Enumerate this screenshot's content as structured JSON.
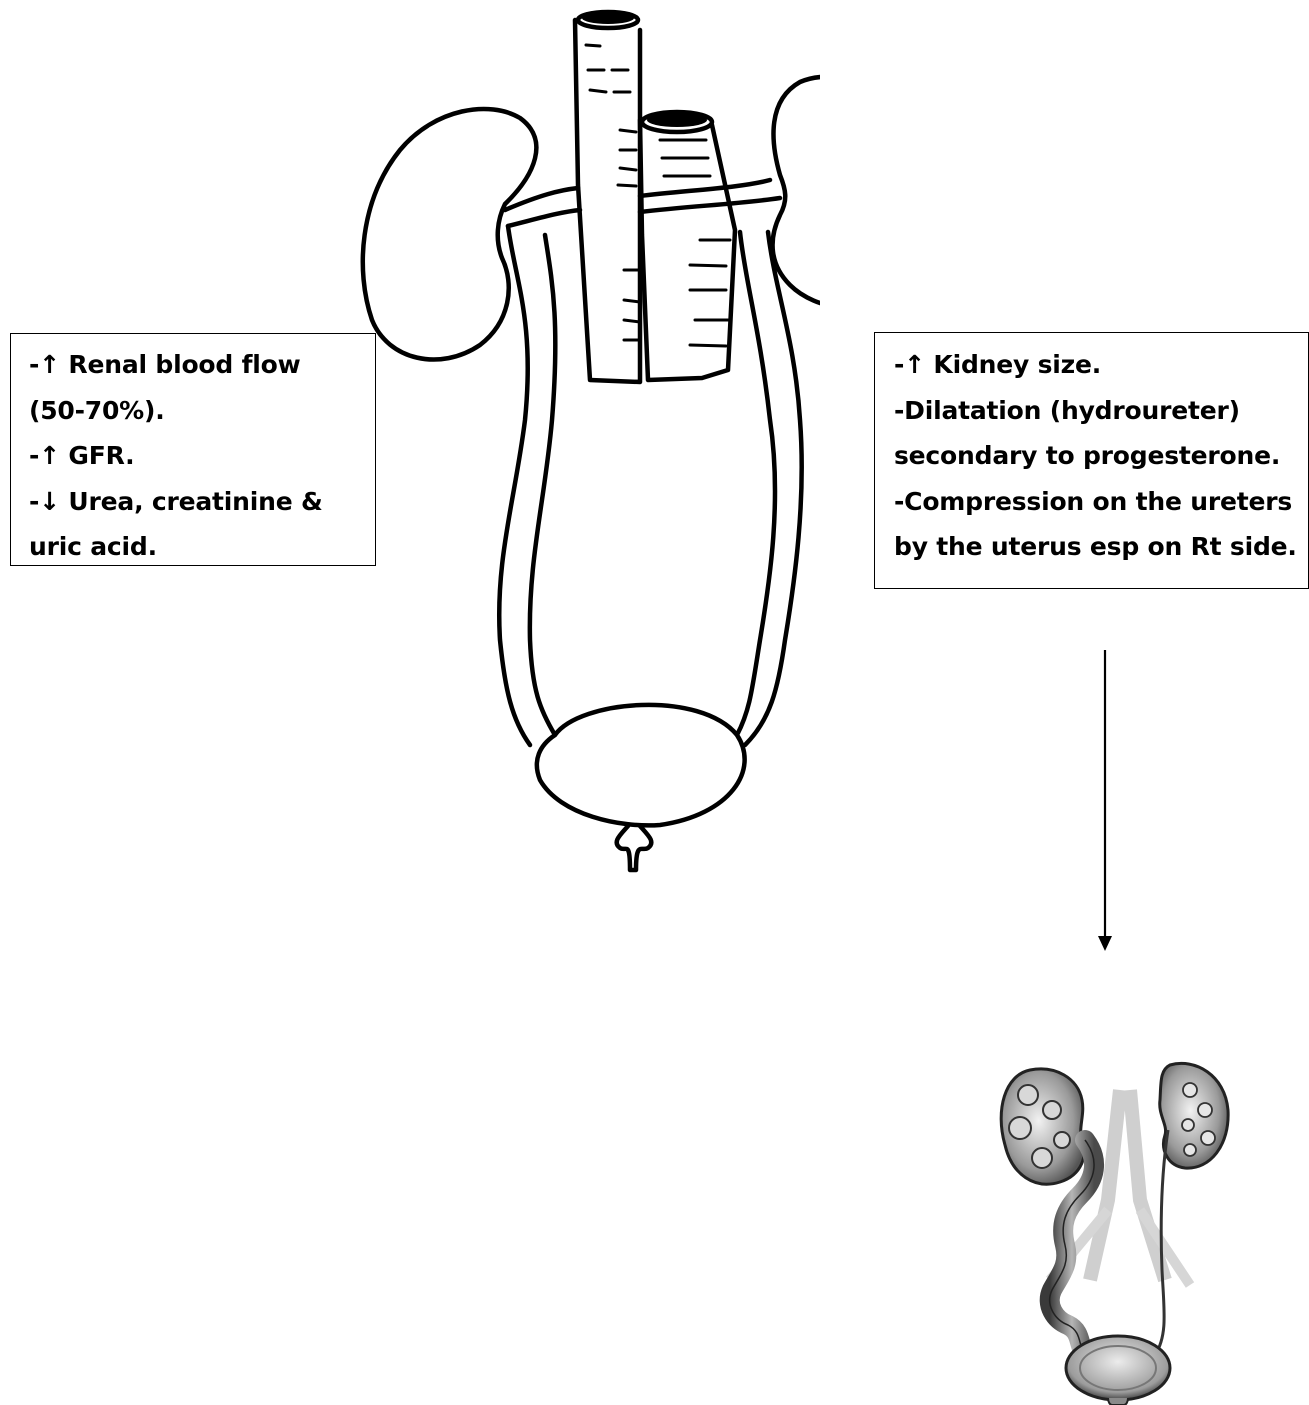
{
  "left_box": {
    "lines": [
      "-↑ Renal blood flow",
      "(50-70%).",
      "-↑ GFR.",
      "-↓ Urea, creatinine &",
      "uric acid."
    ]
  },
  "right_box": {
    "lines": [
      "-↑ Kidney size.",
      "-Dilatation (hydroureter)",
      "secondary to progesterone.",
      "-Compression on the ureters",
      "by the uterus esp on Rt side."
    ]
  },
  "colors": {
    "line": "#000000",
    "background": "#ffffff",
    "shade": "#7a7a7a",
    "light_shade": "#c8c8c8"
  },
  "icons": {
    "main_drawing": "urinary-system-drawing",
    "small_drawing": "hydroureter-illustration",
    "arrow": "arrow-down"
  }
}
